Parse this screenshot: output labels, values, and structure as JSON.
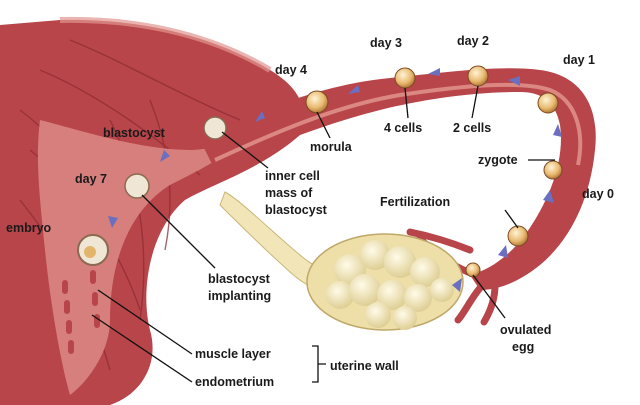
{
  "labels": {
    "day0": "day 0",
    "day1": "day 1",
    "day2": "day 2",
    "day3": "day 3",
    "day4": "day 4",
    "day7": "day 7",
    "blastocyst": "blastocyst",
    "morula": "morula",
    "four_cells": "4 cells",
    "two_cells": "2 cells",
    "zygote": "zygote",
    "fertilization": "Fertilization",
    "embryo": "embryo",
    "inner_cell_mass": [
      "inner cell",
      "mass of",
      "blastocyst"
    ],
    "blastocyst_implanting": [
      "blastocyst",
      "implanting"
    ],
    "ovulated_egg": [
      "ovulated",
      "egg"
    ],
    "muscle_layer": "muscle layer",
    "endometrium": "endometrium",
    "uterine_wall": "uterine wall"
  },
  "colors": {
    "tissue": "#b8454a",
    "tissue_dark": "#8e2c33",
    "tissue_light": "#d77f7c",
    "ovary": "#f2e6b8",
    "arrow": "#6a6fc0",
    "cell": "#e3b56a"
  }
}
